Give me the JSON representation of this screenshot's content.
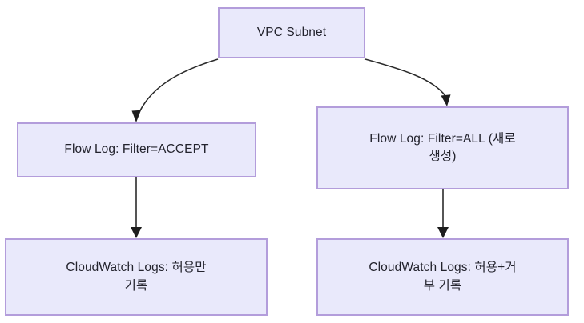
{
  "diagram": {
    "type": "flowchart",
    "direction": "top-down",
    "background_color": "#ffffff",
    "node_fill_color": "#e9e9fb",
    "node_border_color": "#b39ddb",
    "node_text_color": "#23232d",
    "edge_color": "#2b2b2b",
    "nodes": [
      {
        "id": "vpc-subnet",
        "label": "VPC Subnet"
      },
      {
        "id": "flow-log-accept",
        "label": "Flow Log: Filter=ACCEPT"
      },
      {
        "id": "flow-log-all",
        "label": "Flow Log: Filter=ALL (새로\n생성)"
      },
      {
        "id": "cwlogs-allow-only",
        "label": "CloudWatch Logs: 허용만\n기록"
      },
      {
        "id": "cwlogs-allow-deny",
        "label": "CloudWatch Logs: 허용+거\n부 기록"
      }
    ],
    "edges": [
      {
        "id": "vpc-to-accept",
        "from": "vpc-subnet",
        "to": "flow-log-accept",
        "style": "curved-arrow"
      },
      {
        "id": "vpc-to-all",
        "from": "vpc-subnet",
        "to": "flow-log-all",
        "style": "curved-arrow"
      },
      {
        "id": "accept-to-cwlogs",
        "from": "flow-log-accept",
        "to": "cwlogs-allow-only",
        "style": "straight-arrow"
      },
      {
        "id": "all-to-cwlogs",
        "from": "flow-log-all",
        "to": "cwlogs-allow-deny",
        "style": "straight-arrow"
      }
    ]
  }
}
